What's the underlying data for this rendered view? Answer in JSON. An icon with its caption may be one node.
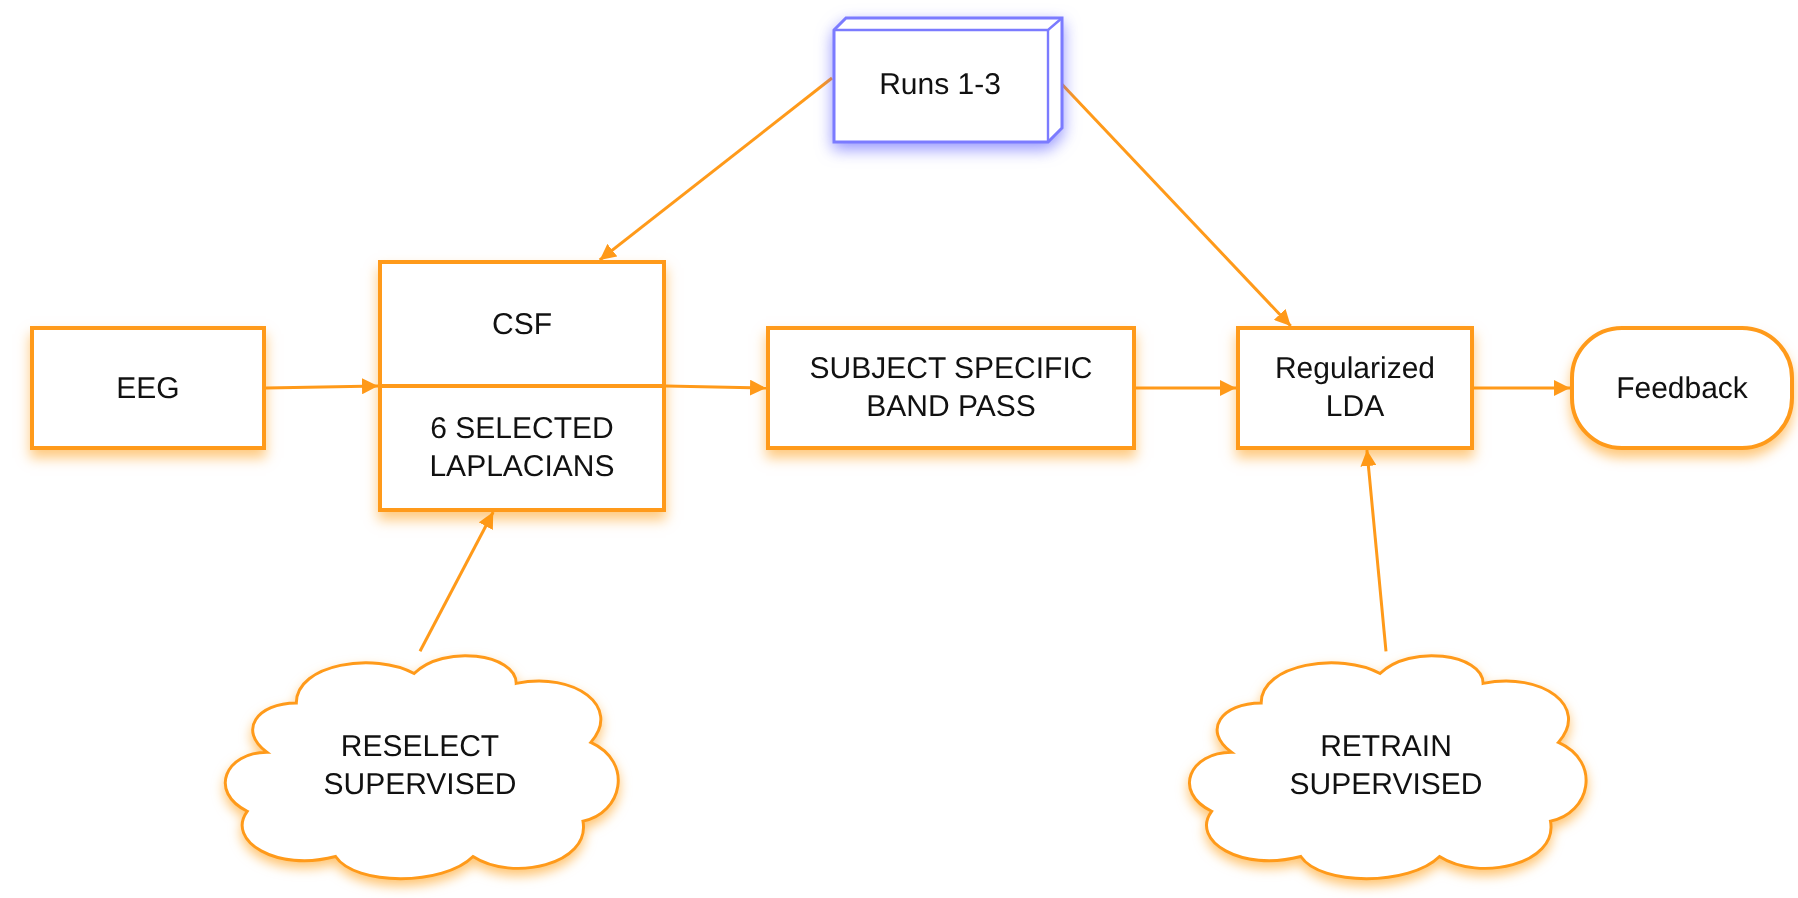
{
  "diagram": {
    "nodes": [
      {
        "text": [
          "Runs 1-3"
        ]
      },
      {
        "text": [
          "EEG"
        ]
      },
      {
        "text": [
          "CSF",
          "6 SELECTED LAPLACIANS"
        ]
      },
      {
        "text": [
          "SUBJECT SPECIFIC BAND PASS"
        ]
      },
      {
        "text": [
          "Regularized LDA"
        ]
      },
      {
        "text": [
          "Feedback"
        ]
      },
      {
        "text": [
          "RESELECT SUPERVISED"
        ]
      },
      {
        "text": [
          "RETRAIN SUPERVISED"
        ]
      }
    ],
    "edges": [
      {
        "from": 1,
        "to": 2,
        "arrow": "to"
      },
      {
        "from": 2,
        "to": 3,
        "arrow": "to"
      },
      {
        "from": 3,
        "to": 4,
        "arrow": "to"
      },
      {
        "from": 4,
        "to": 5,
        "arrow": "to"
      },
      {
        "from": 0,
        "to": 2,
        "arrow": "to"
      },
      {
        "from": 0,
        "to": 4,
        "arrow": "to"
      },
      {
        "from": 6,
        "to": 2,
        "arrow": "to"
      },
      {
        "from": 7,
        "to": 4,
        "arrow": "to"
      }
    ]
  }
}
